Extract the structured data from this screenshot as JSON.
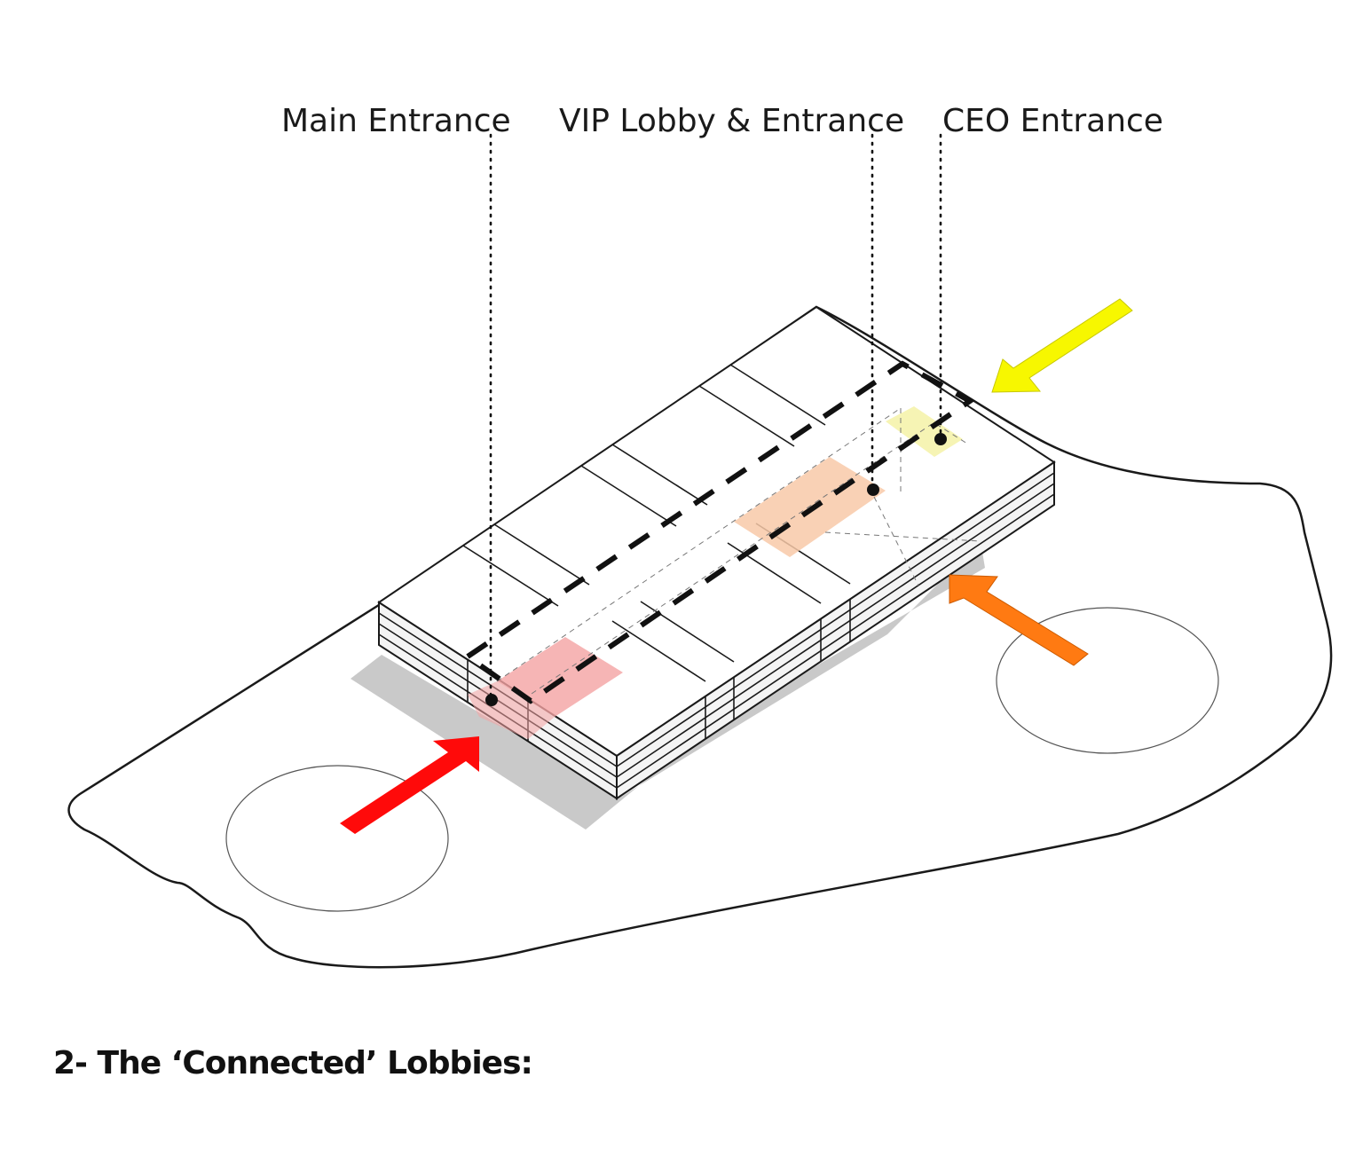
{
  "labels": {
    "main_entrance": "Main Entrance",
    "vip_lobby": "VIP Lobby & Entrance",
    "ceo_entrance": "CEO Entrance"
  },
  "caption": "2- The ‘Connected’ Lobbies:",
  "colors": {
    "main_entrance_arrow": "#ff0a0a",
    "vip_entrance_arrow": "#ff7a12",
    "ceo_entrance_arrow": "#f7f700",
    "main_lobby_zone": "#f4a3a3",
    "vip_lobby_zone": "#f8c9a8",
    "ceo_lobby_zone": "#f5f3b0",
    "shadow": "#c9c9c9"
  }
}
